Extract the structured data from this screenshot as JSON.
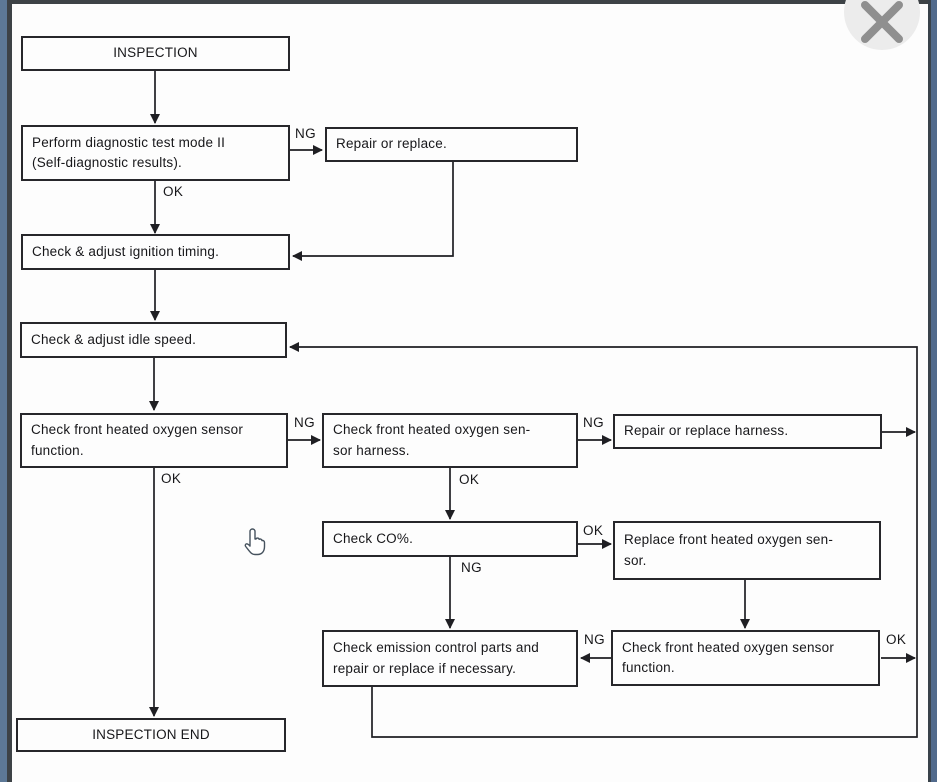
{
  "viewer": {
    "icons": {
      "close": "close-x",
      "cursor": "pointer-hand"
    }
  },
  "colors": {
    "ink": "#1f1f23",
    "paper": "#fdfdfd",
    "frame_blue": "#5d7896",
    "frame_dark": "#3d4246",
    "close_bg": "#ececec",
    "close_glyph": "#8f8f8f"
  },
  "flowchart": {
    "nodes": {
      "inspection": "INSPECTION",
      "diagnostic": "Perform diagnostic test mode II\n(Self-diagnostic results).",
      "repair_replace": "Repair or replace.",
      "ignition": "Check & adjust ignition timing.",
      "idle": "Check & adjust idle speed.",
      "o2_function": "Check front heated oxygen sensor\nfunction.",
      "o2_harness": "Check front heated oxygen sen-\nsor harness.",
      "repair_harness": "Repair or replace harness.",
      "co_check": "Check CO%.",
      "replace_o2": "Replace front heated oxygen sen-\nsor.",
      "emission": "Check emission control parts and\nrepair or replace if necessary.",
      "o2_function_2": "Check front heated oxygen sensor\nfunction.",
      "inspection_end": "INSPECTION END"
    },
    "labels": {
      "ng_diagnostic": "NG",
      "ok_diagnostic": "OK",
      "ng_o2_function": "NG",
      "ok_o2_function": "OK",
      "ng_o2_harness": "NG",
      "ok_o2_harness": "OK",
      "ok_co_check": "OK",
      "ng_co_check": "NG",
      "ng_o2_function_2": "NG",
      "ok_o2_function_2": "OK"
    },
    "edges": [
      {
        "from": "inspection",
        "to": "diagnostic"
      },
      {
        "from": "diagnostic",
        "to": "repair_replace",
        "label": "NG"
      },
      {
        "from": "repair_replace",
        "to": "ignition"
      },
      {
        "from": "diagnostic",
        "to": "ignition",
        "label": "OK"
      },
      {
        "from": "ignition",
        "to": "idle"
      },
      {
        "from": "idle",
        "to": "o2_function"
      },
      {
        "from": "o2_function",
        "to": "o2_harness",
        "label": "NG"
      },
      {
        "from": "o2_function",
        "to": "inspection_end",
        "label": "OK"
      },
      {
        "from": "o2_harness",
        "to": "repair_harness",
        "label": "NG"
      },
      {
        "from": "o2_harness",
        "to": "co_check",
        "label": "OK"
      },
      {
        "from": "repair_harness",
        "to": "idle"
      },
      {
        "from": "co_check",
        "to": "replace_o2",
        "label": "OK"
      },
      {
        "from": "co_check",
        "to": "emission",
        "label": "NG"
      },
      {
        "from": "replace_o2",
        "to": "o2_function_2"
      },
      {
        "from": "o2_function_2",
        "to": "emission",
        "label": "NG"
      },
      {
        "from": "o2_function_2",
        "to": "idle",
        "label": "OK"
      },
      {
        "from": "emission",
        "to": "idle"
      }
    ]
  }
}
